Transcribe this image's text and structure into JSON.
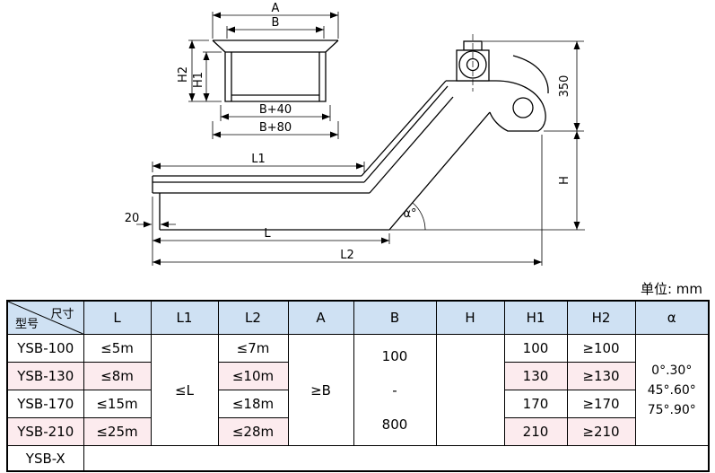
{
  "unit_note": "单位: mm",
  "drawing": {
    "labels": {
      "A": "A",
      "B": "B",
      "H2": "H2",
      "H1": "H1",
      "B_plus_40": "B+40",
      "B_plus_80": "B+80",
      "L1": "L1",
      "d20": "20",
      "L": "L",
      "L2": "L2",
      "d350": "350",
      "H": "H",
      "alpha": "α°"
    }
  },
  "table": {
    "corner": {
      "top": "尺寸",
      "bottom": "型号"
    },
    "columns": [
      "L",
      "L1",
      "L2",
      "A",
      "B",
      "H",
      "H1",
      "H2",
      "α"
    ],
    "rows": [
      {
        "model": "YSB-100",
        "L": "≤5m",
        "L2": "≤7m",
        "H1": "100",
        "H2": "≥100"
      },
      {
        "model": "YSB-130",
        "L": "≤8m",
        "L2": "≤10m",
        "H1": "130",
        "H2": "≥130"
      },
      {
        "model": "YSB-170",
        "L": "≤15m",
        "L2": "≤18m",
        "H1": "170",
        "H2": "≥170"
      },
      {
        "model": "YSB-210",
        "L": "≤25m",
        "L2": "≤28m",
        "H1": "210",
        "H2": "≥210"
      }
    ],
    "merged": {
      "L1": "≤L",
      "A": "≥B",
      "B": [
        "100",
        "-",
        "800"
      ],
      "H": "",
      "alpha": [
        "0°.30°",
        "45°.60°",
        "75°.90°"
      ]
    },
    "last_row": {
      "model": "YSB-X"
    }
  },
  "colors": {
    "table_header_bg": "#cfe1f3",
    "table_alt_row_bg": "#fcebee",
    "line": "#000000"
  }
}
